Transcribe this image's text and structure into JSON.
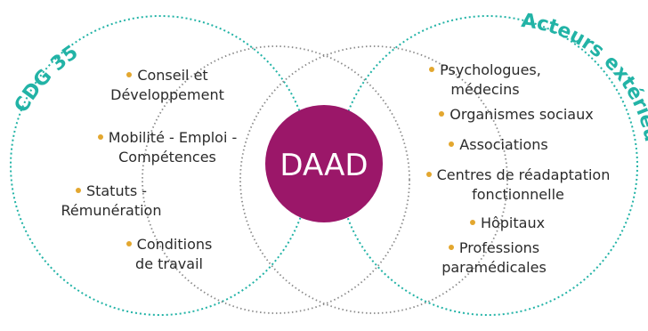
{
  "title_left": "CDG 35",
  "title_right": "Acteurs extérieurs",
  "center_label": "DAAD",
  "colors": {
    "teal": "#22b3a6",
    "grey_dots": "#8a8a8a",
    "center": "#9b1769",
    "bullet": "#e3a72f",
    "text": "#2b2b2b"
  },
  "left_items": [
    {
      "line1": "Conseil et",
      "line2": "Développement"
    },
    {
      "line1": "Mobilité - Emploi -",
      "line2": "Compétences"
    },
    {
      "line1": "Statuts -",
      "line2": "Rémunération"
    },
    {
      "line1": "Conditions",
      "line2": "de travail"
    }
  ],
  "right_items": [
    {
      "line1": "Psychologues,",
      "line2": "médecins"
    },
    {
      "line1": "Organismes sociaux",
      "line2": ""
    },
    {
      "line1": "Associations",
      "line2": ""
    },
    {
      "line1": "Centres de réadaptation",
      "line2": "fonctionnelle"
    },
    {
      "line1": "Hôpitaux",
      "line2": ""
    },
    {
      "line1": "Professions",
      "line2": "paramédicales"
    }
  ]
}
